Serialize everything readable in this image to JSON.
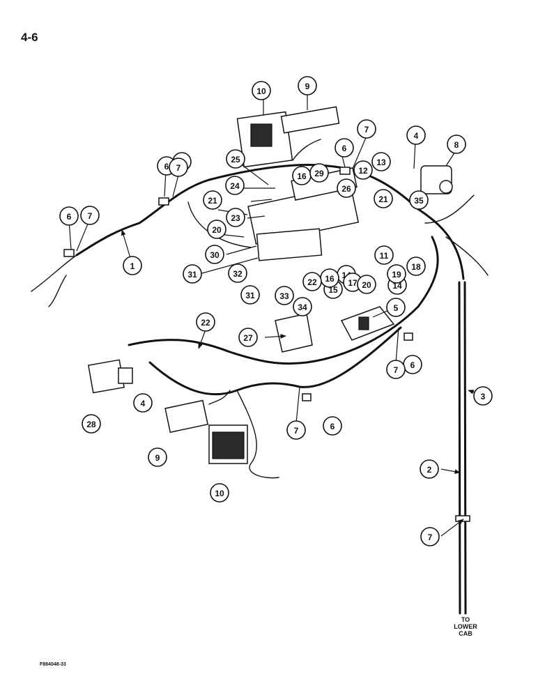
{
  "page_number": "4-6",
  "figure_code": "F884048-33",
  "lower_cab_label": "TO\nLOWER\nCAB",
  "callouts": [
    "1",
    "2",
    "3",
    "4",
    "4",
    "5",
    "6",
    "6",
    "6",
    "6",
    "6",
    "7",
    "7",
    "7",
    "7",
    "7",
    "7",
    "7",
    "8",
    "9",
    "9",
    "10",
    "10",
    "11",
    "12",
    "13",
    "14",
    "14",
    "15",
    "16",
    "16",
    "17",
    "18",
    "19",
    "20",
    "20",
    "21",
    "21",
    "22",
    "22",
    "23",
    "24",
    "25",
    "26",
    "27",
    "28",
    "29",
    "30",
    "31",
    "31",
    "32",
    "33",
    "34",
    "35"
  ]
}
